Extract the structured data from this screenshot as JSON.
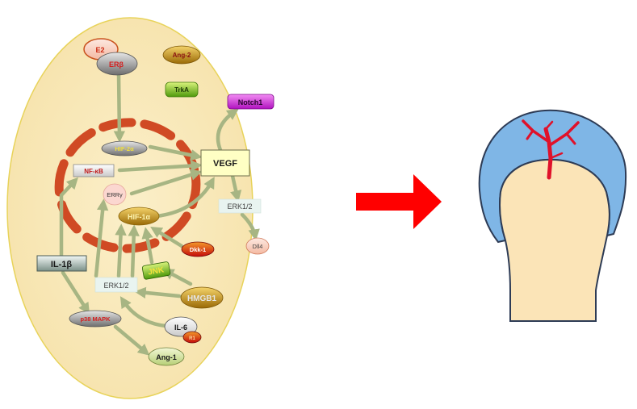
{
  "nodes": {
    "e2": "E2",
    "erb": "ERβ",
    "ang2": "Ang-2",
    "trka": "TrkA",
    "notch1": "Notch1",
    "hif2a": "HIF-2α",
    "vegf": "VEGF",
    "nfkb": "NF-κB",
    "erry": "ERRγ",
    "hif1a": "HIF-1α",
    "erk_right": "ERK1/2",
    "dll4": "Dll4",
    "dkk1": "Dkk-1",
    "il1b": "IL-1β",
    "jnk": "JNK",
    "erk_left": "ERK1/2",
    "hmgb1": "HMGB1",
    "p38": "p38 MAPK",
    "il6": "IL-6",
    "il6_badge": "R1",
    "ang1": "Ang-1"
  },
  "colors": {
    "cell": "#f8e6b4",
    "cell_border": "#e8d35a",
    "arrow": "#a7b583",
    "mito": "#d04a24",
    "big_arrow": "#ff0000",
    "cap_blue": "#7fb6e6",
    "bone": "#fbe4b7",
    "vessel": "#e0112a"
  }
}
